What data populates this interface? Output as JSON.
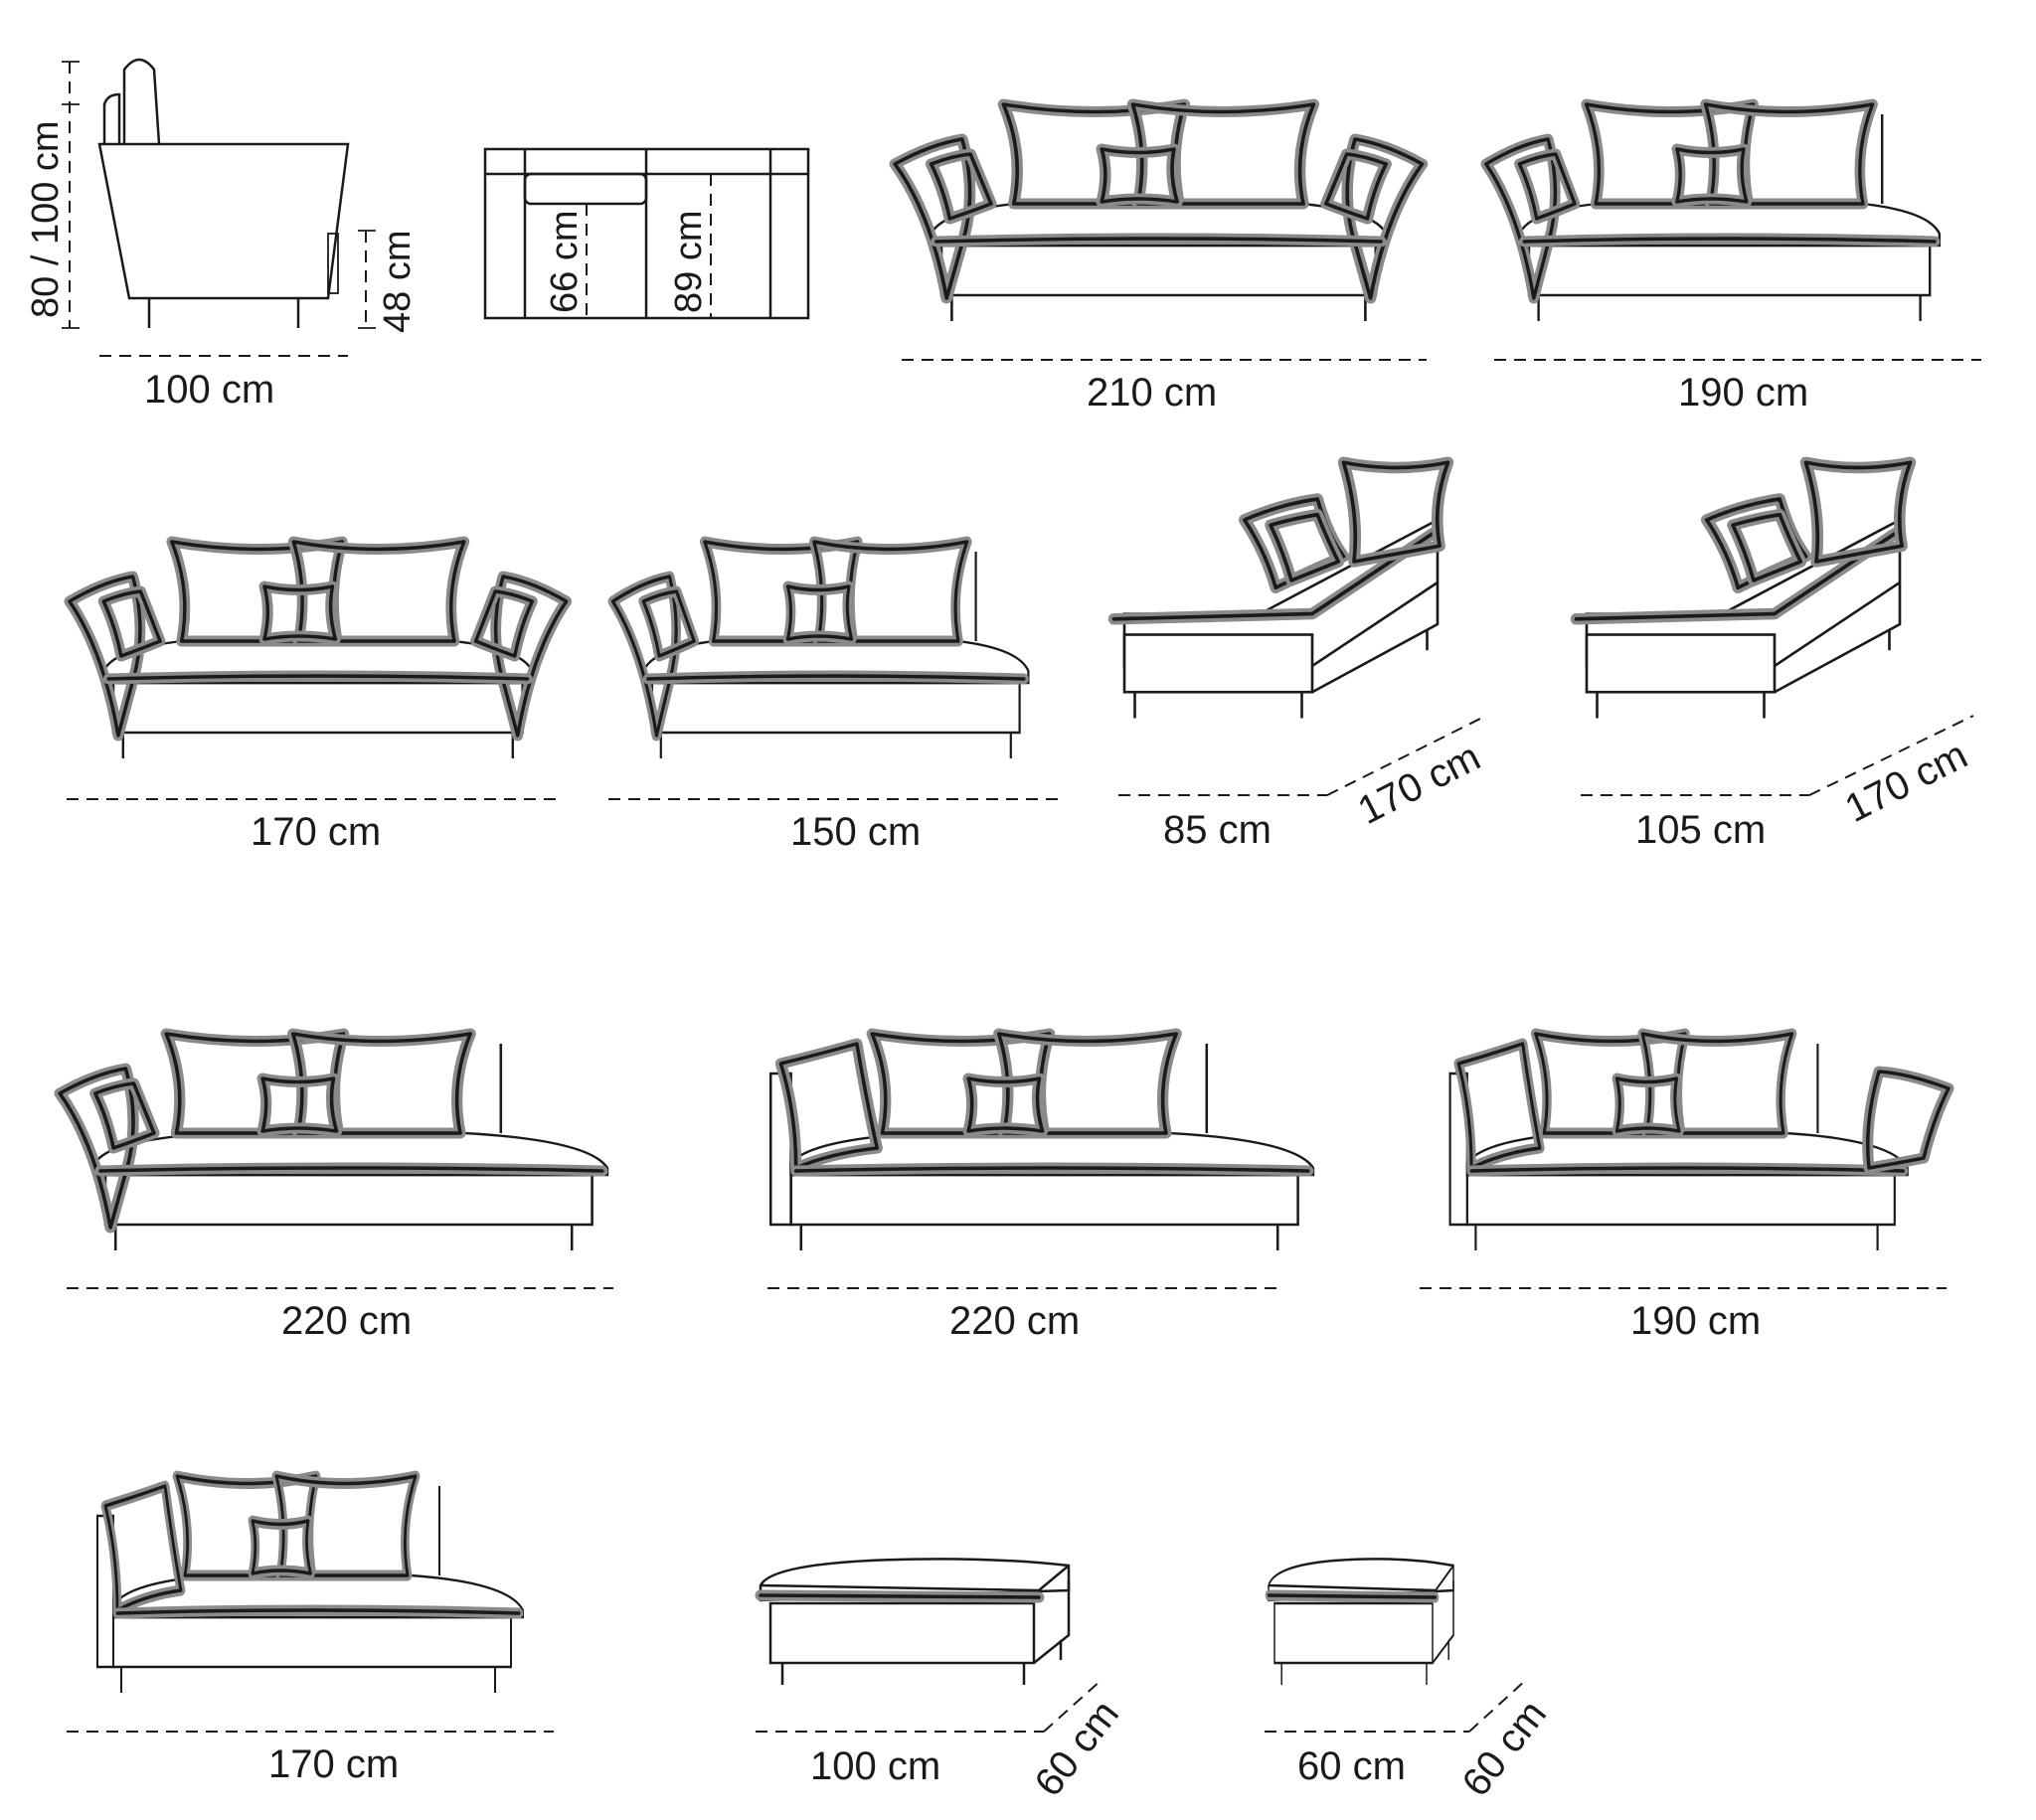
{
  "diagram": {
    "side_view": {
      "height_label": "80 / 100 cm",
      "seat_height_label": "48 cm",
      "depth_label": "100 cm"
    },
    "top_view": {
      "seat_depth_a_label": "66 cm",
      "seat_depth_b_label": "89 cm"
    },
    "variants": [
      {
        "id": "sofa-210",
        "width_label": "210 cm"
      },
      {
        "id": "sofa-190",
        "width_label": "190 cm"
      },
      {
        "id": "sofa-170",
        "width_label": "170 cm"
      },
      {
        "id": "sofa-150",
        "width_label": "150 cm"
      },
      {
        "id": "chaise-85",
        "width_label": "85 cm",
        "length_label": "170 cm"
      },
      {
        "id": "chaise-105",
        "width_label": "105 cm",
        "length_label": "170 cm"
      },
      {
        "id": "daybed-220-a",
        "width_label": "220 cm"
      },
      {
        "id": "daybed-220-b",
        "width_label": "220 cm"
      },
      {
        "id": "daybed-190",
        "width_label": "190 cm"
      },
      {
        "id": "daybed-170",
        "width_label": "170 cm"
      },
      {
        "id": "ottoman-100",
        "width_label": "100 cm",
        "depth_label": "60 cm"
      },
      {
        "id": "ottoman-60",
        "width_label": "60 cm",
        "depth_label": "60 cm"
      }
    ]
  }
}
